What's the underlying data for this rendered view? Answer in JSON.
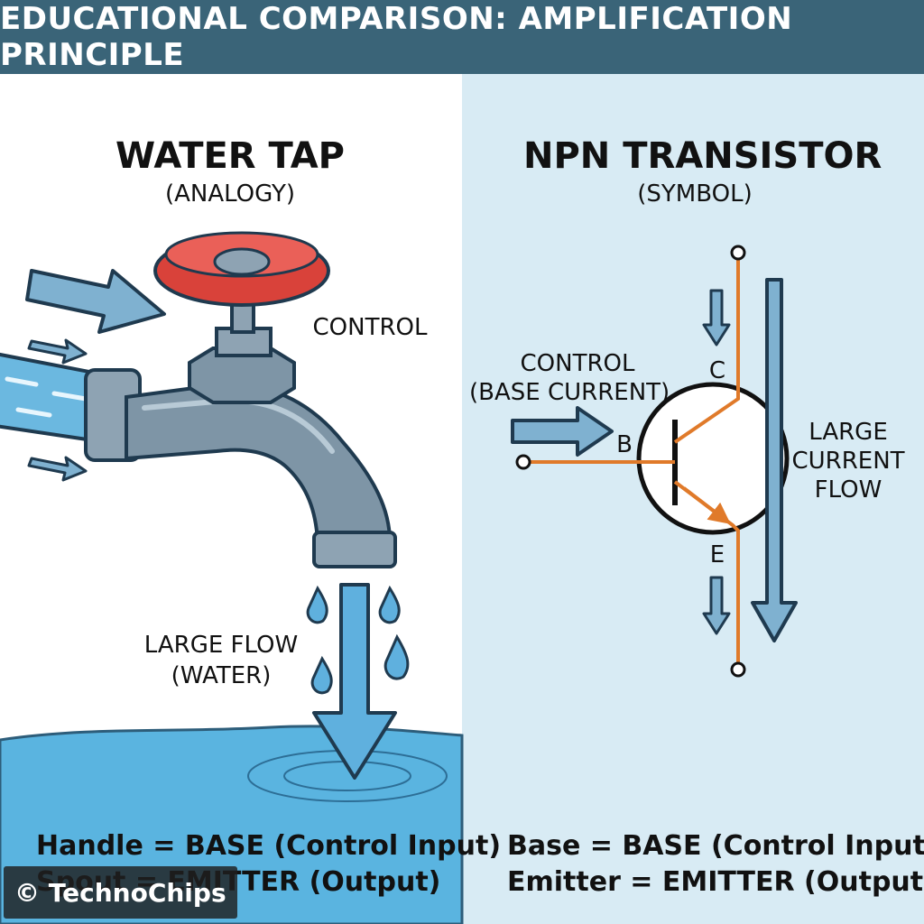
{
  "header": {
    "title": "EDUCATIONAL COMPARISON: AMPLIFICATION PRINCIPLE"
  },
  "left": {
    "title": "WATER TAP",
    "subtitle": "(ANALOGY)",
    "control_label": "CONTROL",
    "flow_line1": "LARGE FLOW",
    "flow_line2": "(WATER)",
    "eq_line1": "Handle = BASE (Control Input)",
    "eq_line2": "Spout = EMITTER (Output)"
  },
  "right": {
    "title": "NPN TRANSISTOR",
    "subtitle": "(SYMBOL)",
    "control_line1": "CONTROL",
    "control_line2": "(BASE CURRENT)",
    "pin_b": "B",
    "pin_c": "C",
    "pin_e": "E",
    "flow_line1": "LARGE",
    "flow_line2": "CURRENT",
    "flow_line3": "FLOW",
    "eq_line1": "Base = BASE (Control Input)",
    "eq_line2": "Emitter = EMITTER (Output)"
  },
  "watermark": "© TechnoChips",
  "colors": {
    "header_bg": "#3a6478",
    "right_bg": "#d8ebf4",
    "water": "#5ab4e0",
    "valve_handle": "#d9423a",
    "metal": "#7e95a6",
    "arrow_fill": "#7fb1d0",
    "wire": "#e07a2a"
  }
}
